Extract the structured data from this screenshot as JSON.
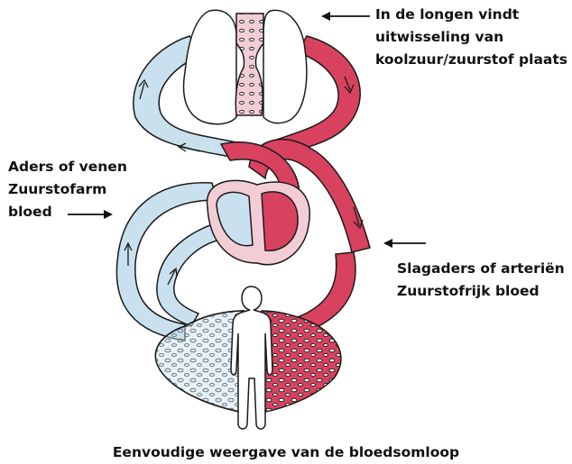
{
  "labels": {
    "lungs": {
      "line1": "In de longen vindt",
      "line2": "uitwisseling van",
      "line3": "koolzuur/zuurstof plaats"
    },
    "veins": {
      "line1": "Aders of venen",
      "line2": "Zuurstofarm",
      "line3": "bloed"
    },
    "arteries": {
      "line1": "Slagaders of arteriën",
      "line2": "Zuurstofrijk bloed"
    }
  },
  "caption": "Eenvoudige weergave van de bloedsomloop",
  "colors": {
    "oxygen_poor": "#c9e1ef",
    "oxygen_rich": "#d9425f",
    "heart_wall": "#f3cdd6",
    "outline": "#1a1a1a"
  }
}
